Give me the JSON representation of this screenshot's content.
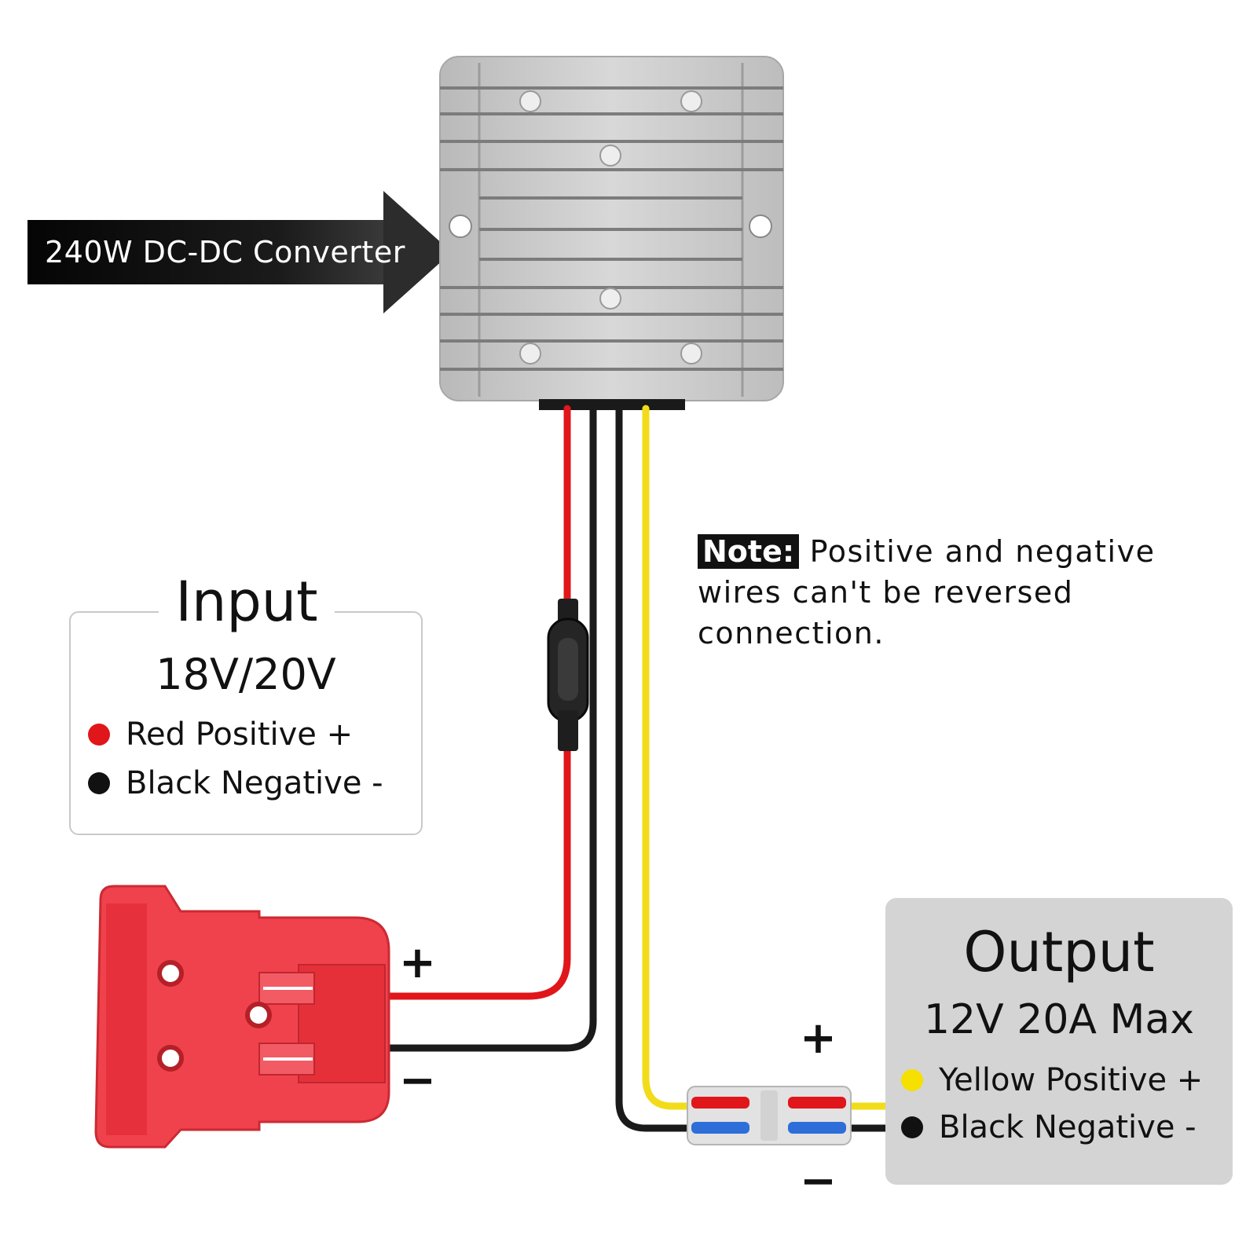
{
  "converter_label": "240W DC-DC Converter",
  "note": {
    "tag": "Note:",
    "text": "Positive and negative wires can't be reversed connection."
  },
  "input": {
    "title": "Input",
    "voltage": "18V/20V",
    "legend": [
      {
        "label": "Red Positive +",
        "color": "#e0161b"
      },
      {
        "label": "Black Negative -",
        "color": "#111111"
      }
    ],
    "plus_sign": "+",
    "minus_sign": "−"
  },
  "output": {
    "title": "Output",
    "spec": "12V 20A Max",
    "legend": [
      {
        "label": "Yellow Positive +",
        "color": "#f5e000"
      },
      {
        "label": "Black Negative -",
        "color": "#111111"
      }
    ],
    "plus_sign": "+",
    "minus_sign": "−"
  },
  "colors": {
    "wire_red": "#e0161b",
    "wire_black": "#1a1a1a",
    "wire_yellow": "#f2dc1a",
    "adapter_red": "#f0424d",
    "converter_silver": "#c8c8c8"
  }
}
